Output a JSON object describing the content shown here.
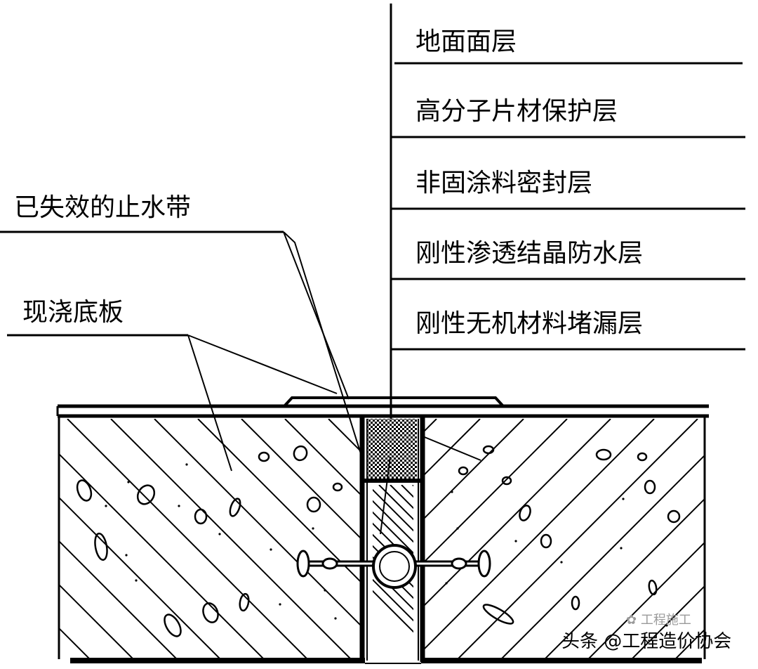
{
  "layers": [
    {
      "label": "地面面层"
    },
    {
      "label": "高分子片材保护层"
    },
    {
      "label": "非固涂料密封层"
    },
    {
      "label": "刚性渗透结晶防水层"
    },
    {
      "label": "刚性无机材料堵漏层"
    }
  ],
  "left_labels": {
    "failed_waterstop": "已失效的止水带",
    "cast_slab": "现浇底板"
  },
  "watermark": {
    "text": "头条 @工程造价协会",
    "logo_text": "工程施工",
    "logo": "wechat-style-logo"
  },
  "colors": {
    "line": "#000000",
    "background": "#ffffff"
  }
}
